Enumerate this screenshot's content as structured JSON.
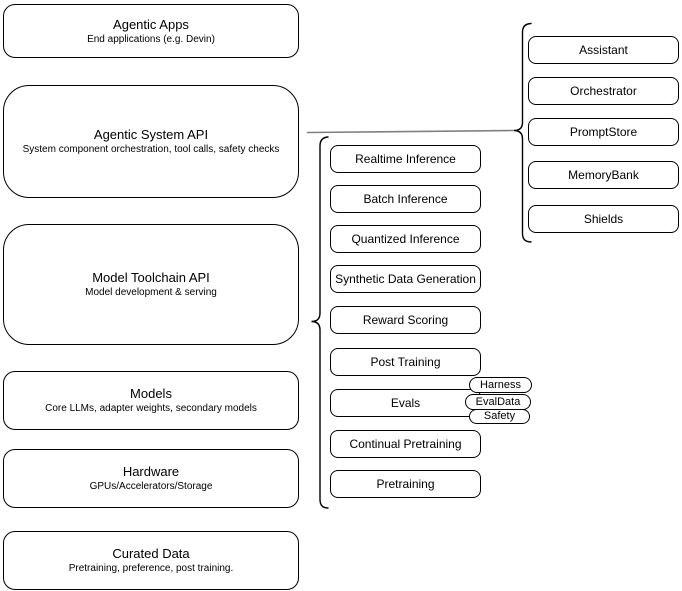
{
  "colors": {
    "background": "#ffffff",
    "node_stroke": "#000000",
    "text": "#000000",
    "connector_gray": "#808080"
  },
  "diagram": {
    "left_stack": {
      "boxes": [
        {
          "title": "Agentic Apps",
          "subtitle": "End applications (e.g. Devin)"
        },
        {
          "title": "Agentic System API",
          "subtitle": "System component orchestration, tool calls, safety checks"
        },
        {
          "title": "Model Toolchain API",
          "subtitle": "Model development & serving"
        },
        {
          "title": "Models",
          "subtitle": "Core LLMs, adapter weights, secondary models"
        },
        {
          "title": "Hardware",
          "subtitle": "GPUs/Accelerators/Storage"
        },
        {
          "title": "Curated Data",
          "subtitle": "Pretraining, preference, post training."
        }
      ]
    },
    "toolchain_stack": {
      "boxes": [
        {
          "label": "Realtime Inference"
        },
        {
          "label": "Batch Inference"
        },
        {
          "label": "Quantized Inference"
        },
        {
          "label": "Synthetic Data Generation"
        },
        {
          "label": "Reward Scoring"
        },
        {
          "label": "Post Training"
        },
        {
          "label": "Evals"
        },
        {
          "label": "Continual Pretraining"
        },
        {
          "label": "Pretraining"
        }
      ],
      "evals_tags": [
        {
          "label": "Harness"
        },
        {
          "label": "EvalData"
        },
        {
          "label": "Safety"
        }
      ]
    },
    "components_stack": {
      "boxes": [
        {
          "label": "Assistant"
        },
        {
          "label": "Orchestrator"
        },
        {
          "label": "PromptStore"
        },
        {
          "label": "MemoryBank"
        },
        {
          "label": "Shields"
        }
      ]
    }
  }
}
